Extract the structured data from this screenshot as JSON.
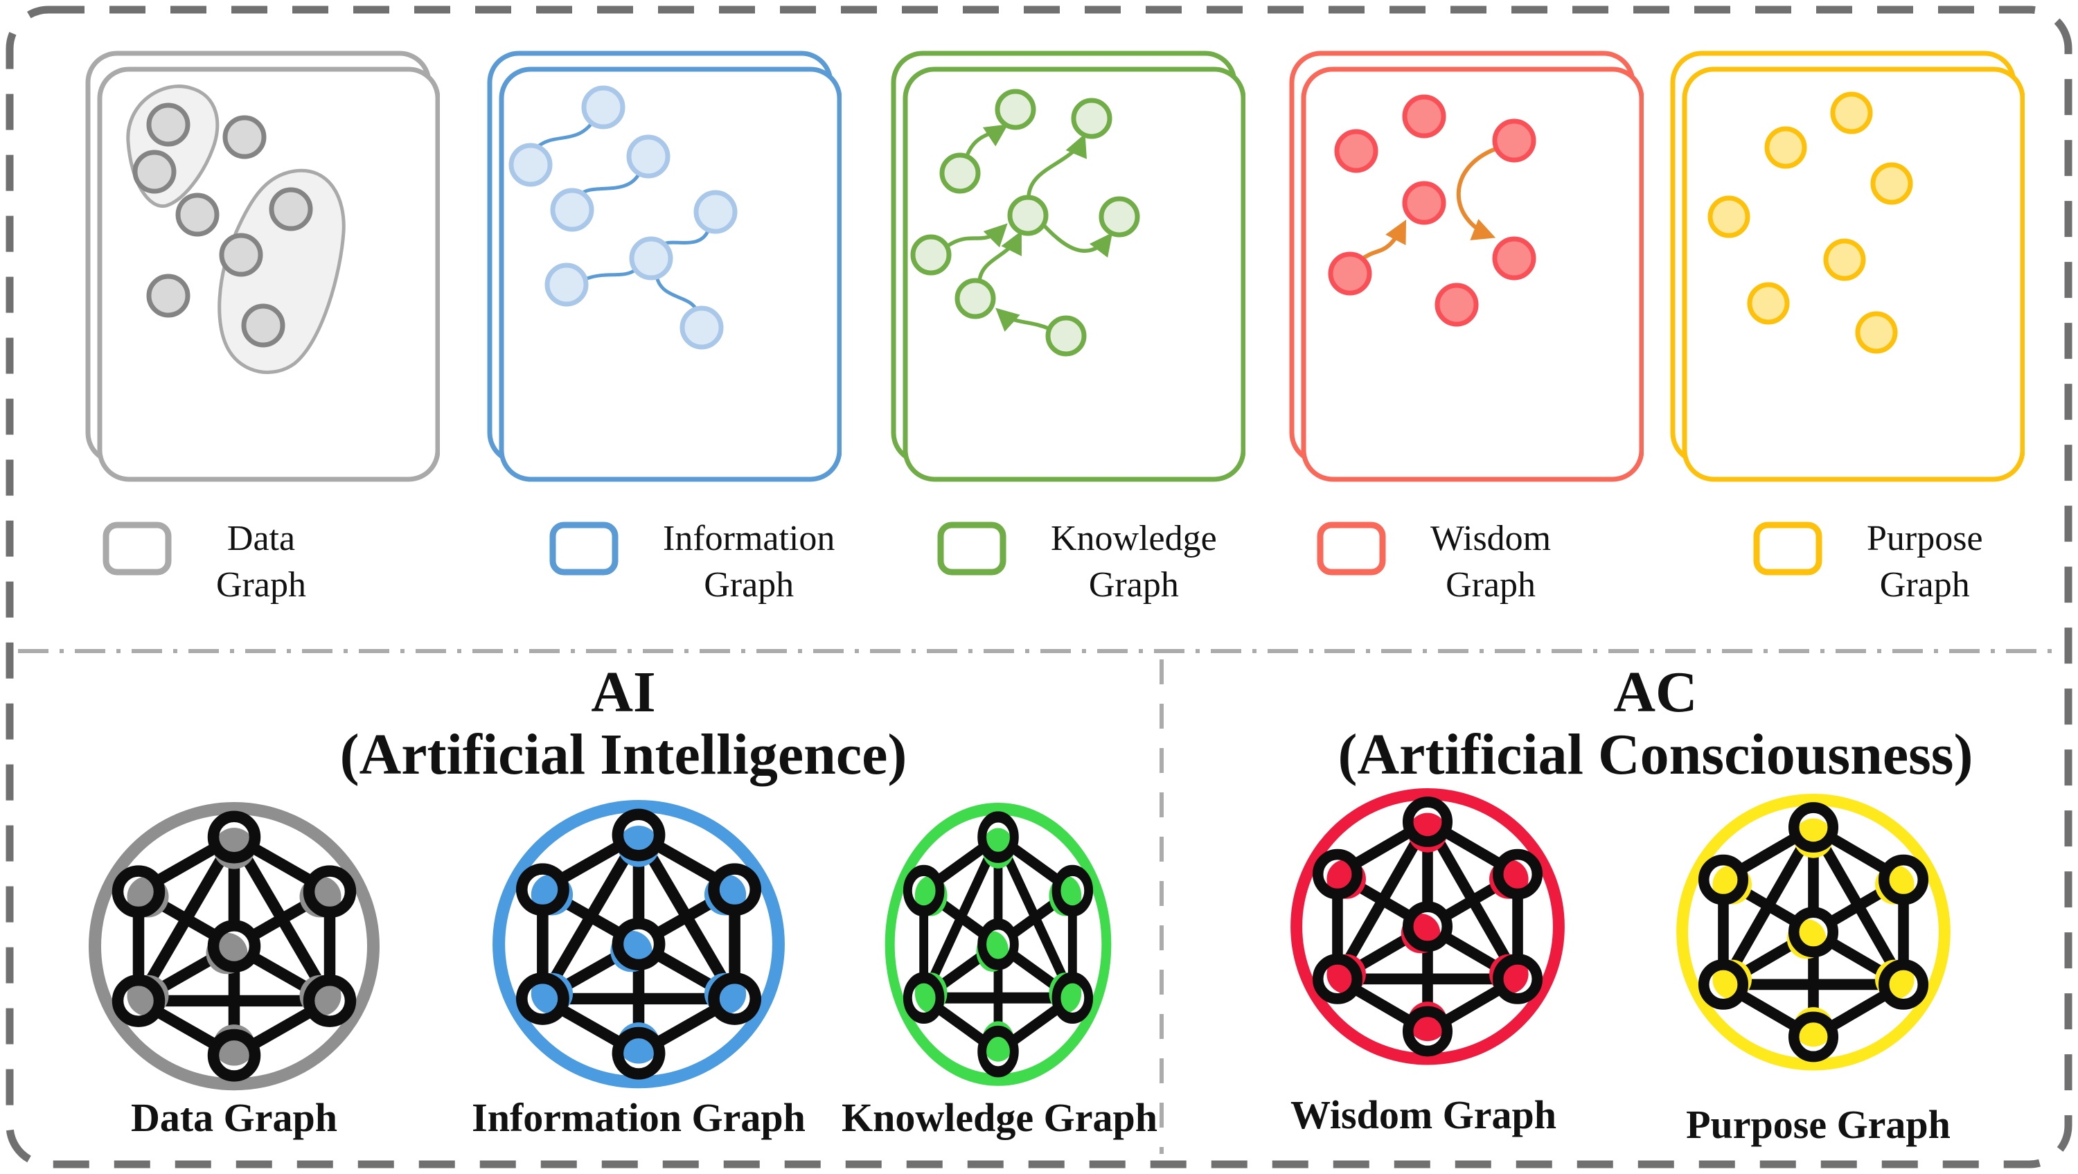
{
  "figure": {
    "description": "Five graph types as stacked cards with a legend, separated from two lower sections labelled AI and AC that contain circled network graphs"
  },
  "palette": {
    "frame_border": "#707070",
    "section_divider": "#ababab",
    "data_gray": "#a9a9a9",
    "information_blue": "#5b9bd5",
    "knowledge_green": "#71ad47",
    "wisdom_coral": "#f9695a",
    "purpose_gold": "#fec10b",
    "wisdom_arrow_orange": "#e8892f",
    "edge_black": "#0d0d0d",
    "bottom_data_gray": "#8f8f8f",
    "bottom_information_blue": "#4b9be0",
    "bottom_knowledge_green": "#3fdb4c",
    "bottom_wisdom_red": "#ee1b3e",
    "bottom_purpose_yellow": "#fde91c"
  },
  "top_cards": [
    {
      "id": "data-graph",
      "label_line1": "Data",
      "label_line2": "Graph",
      "color": "#a9a9a9",
      "node_count": 8,
      "edge_style": "none",
      "detail": "two gray cluster blobs grouping nodes"
    },
    {
      "id": "information-graph",
      "label_line1": "Information",
      "label_line2": "Graph",
      "color": "#5b9bd5",
      "node_count": 8,
      "edge_style": "curved-links"
    },
    {
      "id": "knowledge-graph",
      "label_line1": "Knowledge",
      "label_line2": "Graph",
      "color": "#71ad47",
      "node_count": 8,
      "edge_style": "directed-arrows"
    },
    {
      "id": "wisdom-graph",
      "label_line1": "Wisdom",
      "label_line2": "Graph",
      "color": "#f9695a",
      "node_count": 7,
      "edge_style": "two-orange-arrows",
      "arrow_color": "#e8892f"
    },
    {
      "id": "purpose-graph",
      "label_line1": "Purpose",
      "label_line2": "Graph",
      "color": "#fec10b",
      "node_count": 7,
      "edge_style": "none"
    }
  ],
  "sections": {
    "ai": {
      "abbr": "AI",
      "full": "(Artificial Intelligence)"
    },
    "ac": {
      "abbr": "AC",
      "full": "(Artificial Consciousness)"
    }
  },
  "bottom_graphs": [
    {
      "id": "data-graph",
      "label": "Data Graph",
      "color": "#8f8f8f",
      "section": "AI",
      "node_count": 7
    },
    {
      "id": "information-graph",
      "label": "Information Graph",
      "color": "#4b9be0",
      "section": "AI",
      "node_count": 7
    },
    {
      "id": "knowledge-graph",
      "label": "Knowledge Graph",
      "color": "#3fdb4c",
      "section": "AI",
      "node_count": 7
    },
    {
      "id": "wisdom-graph",
      "label": "Wisdom Graph",
      "color": "#ee1b3e",
      "section": "AC",
      "node_count": 7
    },
    {
      "id": "purpose-graph",
      "label": "Purpose Graph",
      "color": "#fde91c",
      "section": "AC",
      "node_count": 7
    }
  ]
}
